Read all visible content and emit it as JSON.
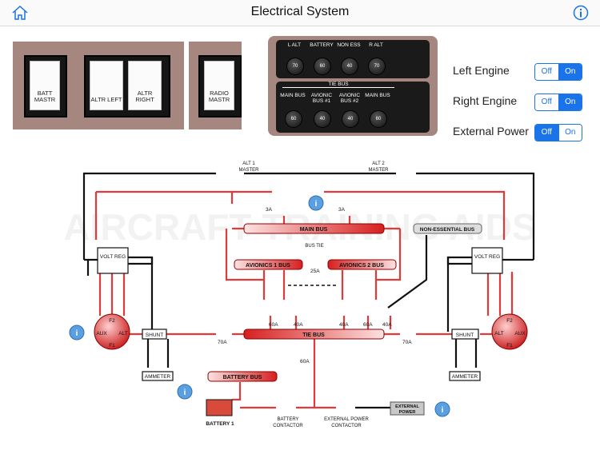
{
  "header": {
    "title": "Electrical System"
  },
  "switches": {
    "batt_master": "BATT MASTR",
    "altr_left": "ALTR LEFT",
    "altr_right": "ALTR RIGHT",
    "radio_master": "RADIO MASTR"
  },
  "breakers": {
    "top": [
      {
        "label": "L ALT",
        "value": "70"
      },
      {
        "label": "BATTERY",
        "value": "60"
      },
      {
        "label": "NON ESS",
        "value": "40"
      },
      {
        "label": "R ALT",
        "value": "70"
      }
    ],
    "tie_bus_label": "TIE BUS",
    "bottom": [
      {
        "label": "MAIN BUS",
        "value": "60"
      },
      {
        "label": "AVIONIC BUS #1",
        "value": "40"
      },
      {
        "label": "AVIONIC BUS #2",
        "value": "40"
      },
      {
        "label": "MAIN BUS",
        "value": "60"
      }
    ]
  },
  "controls": [
    {
      "label": "Left Engine",
      "off": "Off",
      "on": "On",
      "selected": "On"
    },
    {
      "label": "Right Engine",
      "off": "Off",
      "on": "On",
      "selected": "On"
    },
    {
      "label": "External Power",
      "off": "Off",
      "on": "On",
      "selected": "Off"
    }
  ],
  "diagram": {
    "alt1_master": "ALT 1 MASTER",
    "alt2_master": "ALT 2 MASTER",
    "main_bus": "MAIN BUS",
    "non_essential_bus": "NON-ESSENTIAL BUS",
    "bus_tie": "BUS TIE",
    "avionics1": "AVIONICS 1 BUS",
    "avionics2": "AVIONICS 2 BUS",
    "tie_bus": "TIE BUS",
    "battery_bus": "BATTERY BUS",
    "volt_reg": "VOLT REG",
    "shunt": "SHUNT",
    "ammeter": "AMMETER",
    "battery": "BATTERY 1",
    "battery_contactor": "BATTERY CONTACTOR",
    "ext_power_contactor": "EXTERNAL POWER CONTACTOR",
    "external_power": "EXTERNAL POWER",
    "amps": {
      "3a": "3A",
      "25a": "25A",
      "60a": "60A",
      "40a": "40A",
      "70a": "70A"
    },
    "alt_labels": {
      "aux": "AUX",
      "alt": "ALT",
      "f1": "F1",
      "f2": "F2"
    }
  },
  "watermark": "AIRCRAFT TRAINING AIDS",
  "colors": {
    "wire_red": "#e23a3a",
    "wire_black": "#111111",
    "accent": "#1a73e8",
    "panel": "#a5877f"
  }
}
